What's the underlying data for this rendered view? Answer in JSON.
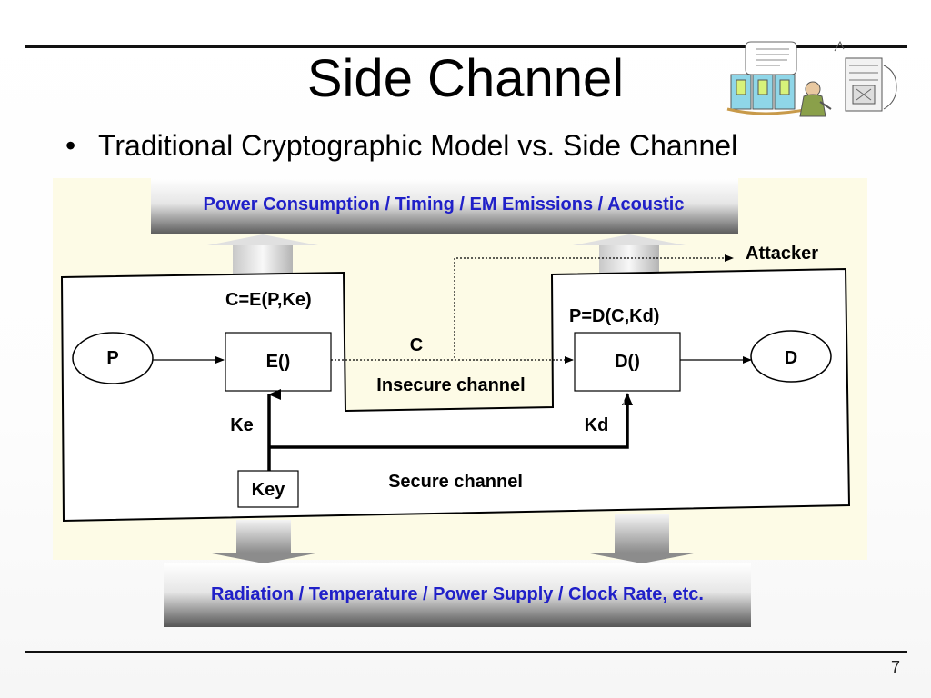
{
  "slide": {
    "title": "Side Channel",
    "bullet": "Traditional Cryptographic Model vs. Side Channel",
    "page_number": "7"
  },
  "diagram": {
    "top_band": "Power Consumption / Timing / EM Emissions / Acoustic",
    "bottom_band": "Radiation / Temperature / Power Supply / Clock Rate, etc.",
    "attacker": "Attacker",
    "encrypt_formula": "C=E(P,Ke)",
    "decrypt_formula": "P=D(C,Kd)",
    "plaintext_in": "P",
    "plaintext_out": "D",
    "encrypt_box": "E()",
    "decrypt_box": "D()",
    "ciphertext": "C",
    "insecure_channel": "Insecure channel",
    "secure_channel": "Secure channel",
    "key_e": "Ke",
    "key_d": "Kd",
    "key_box": "Key"
  },
  "colors": {
    "band_text": "#2020c8",
    "band_gradient_light": "#ffffff",
    "band_gradient_dark": "#5a5a5a",
    "background_panel": "#fdfbe6"
  },
  "icons": [
    "cartoon-cryptanalysts-icon",
    "cartoon-machine-icon"
  ]
}
